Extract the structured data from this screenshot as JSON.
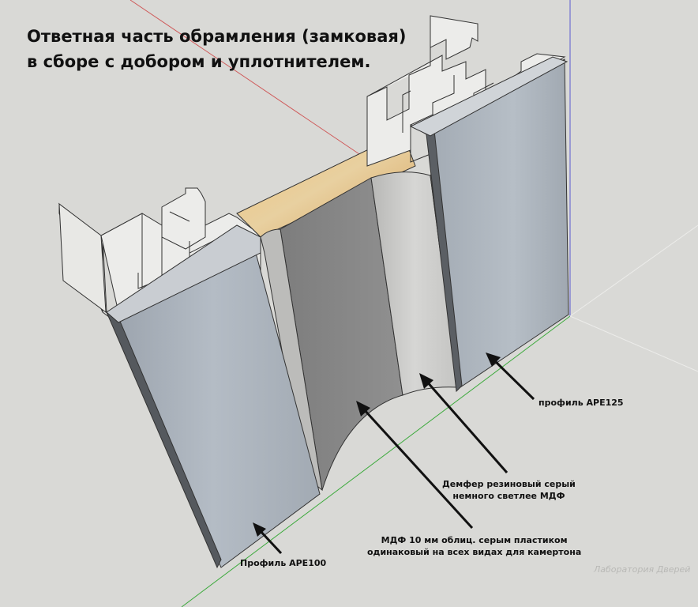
{
  "title": {
    "line1": "Ответная часть обрамления (замковая)",
    "line2": "в сборе с добором и уплотнителем."
  },
  "labels": {
    "profile_ape125": "профиль APE125",
    "damper_line1": "Демфер резиновый серый",
    "damper_line2": "немного светлее МДФ",
    "mdf_line1": "МДФ 10 мм облиц. серым пластиком",
    "mdf_line2": "одинаковый на всех видах для камертона",
    "profile_ape100": "Профиль APE100"
  },
  "watermark": {
    "line1": "Лаборатория Дверей"
  },
  "colors": {
    "background": "#d9d9d6",
    "profile_face": "#a9b1ba",
    "profile_side": "#e9e9e6",
    "wood": "#e3b76e",
    "mdf": "#8b8b8b",
    "damper": "#c8c8c6",
    "axis_red": "#cf5a5a",
    "axis_green": "#3daa3d",
    "axis_blue": "#5a5ad0"
  }
}
